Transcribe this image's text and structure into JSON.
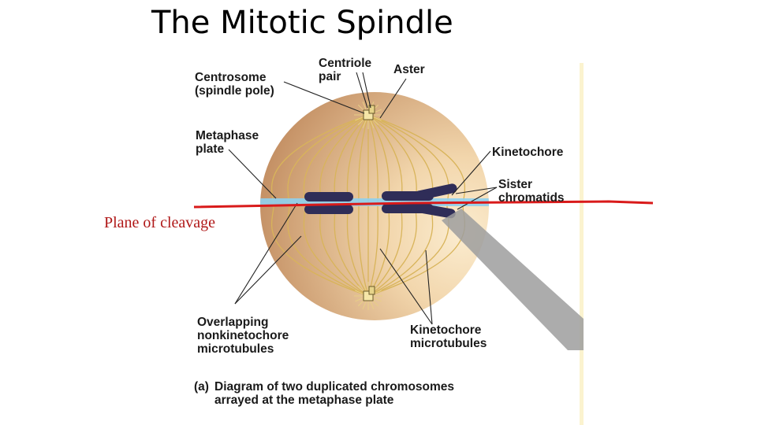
{
  "title": "The Mitotic Spindle",
  "labels": {
    "centrosome": "Centrosome\n(spindle pole)",
    "centriole_pair": "Centriole\npair",
    "aster": "Aster",
    "metaphase_plate": "Metaphase\nplate",
    "kinetochore": "Kinetochore",
    "sister_chromatids": "Sister\nchromatids",
    "overlapping": "Overlapping\nnonkinetochore\nmicrotubules",
    "kinetochore_microtubules": "Kinetochore\nmicrotubules",
    "caption_tag": "(a)",
    "caption": "Diagram of two duplicated chromosomes\narrayed at the metaphase plate"
  },
  "annotation": "Plane of cleavage",
  "colors": {
    "cell_dark": "#c08a5e",
    "cell_light": "#fbeccf",
    "fiber": "#d8b45a",
    "chromosome": "#2f2d58",
    "plate": "#8fd0ee",
    "cleavage_line": "#d91a1a",
    "cleavage_text": "#b01818"
  }
}
